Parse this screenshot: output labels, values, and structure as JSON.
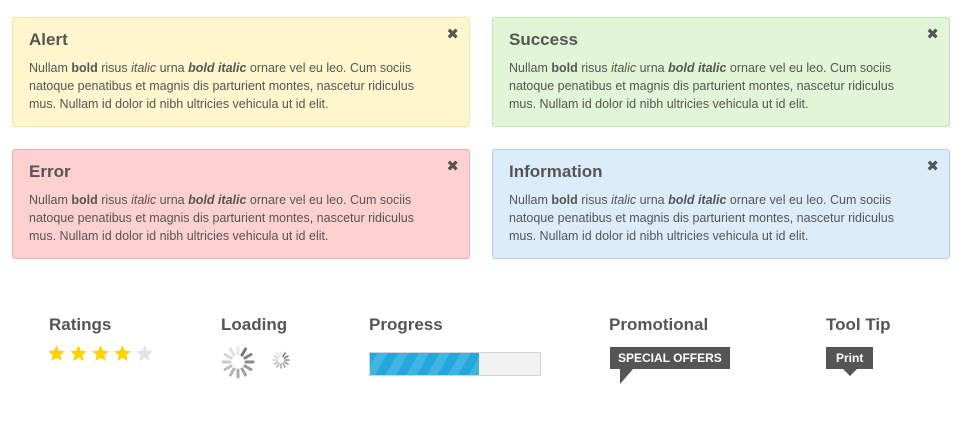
{
  "alerts": [
    {
      "title": "Alert",
      "body": {
        "t1": "Nullam ",
        "bold": "bold",
        "t2": " risus ",
        "italic": "italic",
        "t3": " urna ",
        "bold_italic": "bold italic",
        "t4": " ornare vel eu leo. Cum sociis natoque penatibus et magnis dis parturient montes, nascetur ridiculus mus. Nullam id dolor id nibh ultricies vehicula ut id elit."
      },
      "close_icon": "close-icon"
    },
    {
      "title": "Success",
      "body": {
        "t1": "Nullam ",
        "bold": "bold",
        "t2": " risus ",
        "italic": "italic",
        "t3": " urna ",
        "bold_italic": "bold italic",
        "t4": " ornare vel eu leo. Cum sociis natoque penatibus et magnis dis parturient montes, nascetur ridiculus mus. Nullam id dolor id nibh ultricies vehicula ut id elit."
      },
      "close_icon": "close-icon"
    },
    {
      "title": "Error",
      "body": {
        "t1": "Nullam ",
        "bold": "bold",
        "t2": " risus ",
        "italic": "italic",
        "t3": " urna ",
        "bold_italic": "bold italic",
        "t4": " ornare vel eu leo. Cum sociis natoque penatibus et magnis dis parturient montes, nascetur ridiculus mus. Nullam id dolor id nibh ultricies vehicula ut id elit."
      },
      "close_icon": "close-icon"
    },
    {
      "title": "Information",
      "body": {
        "t1": "Nullam ",
        "bold": "bold",
        "t2": " risus ",
        "italic": "italic",
        "t3": " urna ",
        "bold_italic": "bold italic",
        "t4": " ornare vel eu leo. Cum sociis natoque penatibus et magnis dis parturient montes, nascetur ridiculus mus. Nullam id dolor id nibh ultricies vehicula ut id elit."
      },
      "close_icon": "close-icon"
    }
  ],
  "alert_colors": {
    "warning_bg": "#fef7cd",
    "success_bg": "#e0f6d7",
    "error_bg": "#fed1d1",
    "info_bg": "#dcedf9"
  },
  "close_glyph": "✖",
  "widgets": {
    "ratings": {
      "label": "Ratings",
      "rating": 4,
      "max": 5,
      "filled_color": "#ffd200",
      "empty_color": "#e3e3e3"
    },
    "loading": {
      "label": "Loading",
      "icon": "spinner-icon"
    },
    "progress": {
      "label": "Progress",
      "value_fraction": 0.64,
      "color": "#22a8dd"
    },
    "promotional": {
      "label": "Promotional",
      "tag_text": "SPECIAL OFFERS"
    },
    "tooltip": {
      "label": "Tool Tip",
      "text": "Print"
    }
  }
}
